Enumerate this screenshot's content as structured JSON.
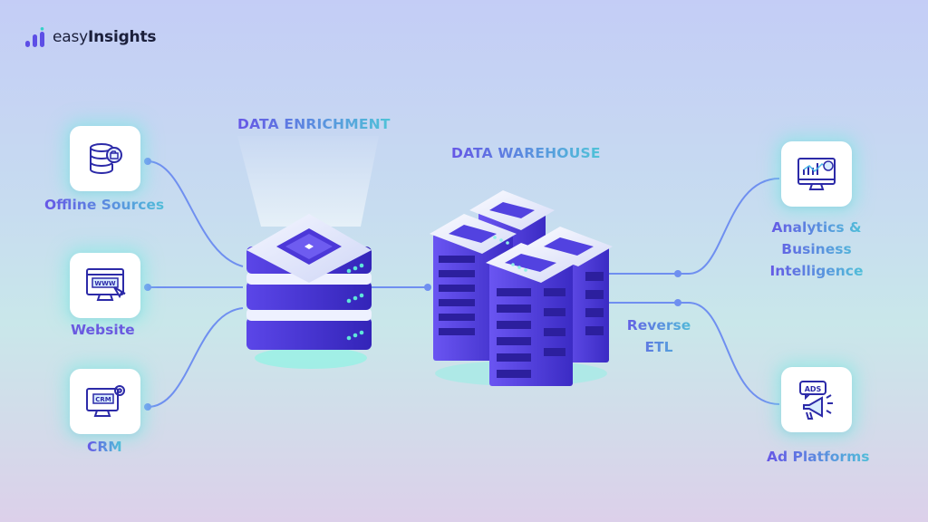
{
  "brand": {
    "name_light": "easy",
    "name_bold": "Insights"
  },
  "headings": {
    "enrichment": "DATA ENRICHMENT",
    "warehouse": "DATA WAREHOUSE"
  },
  "sources": [
    {
      "label": "Offline Sources",
      "icon": "database-icon"
    },
    {
      "label": "Website",
      "icon": "browser-www-icon"
    },
    {
      "label": "CRM",
      "icon": "crm-monitor-icon"
    }
  ],
  "destinations": [
    {
      "label_lines": [
        "Analytics &",
        "Business",
        "Intelligence"
      ],
      "icon": "analytics-monitor-icon"
    },
    {
      "label": "Ad Platforms",
      "icon": "ads-megaphone-icon"
    }
  ],
  "reverse_etl": [
    "Reverse",
    "ETL"
  ],
  "colors": {
    "accent_purple": "#6a5ae0",
    "accent_teal": "#5fd8d4",
    "wire": "#6f8ff0"
  }
}
